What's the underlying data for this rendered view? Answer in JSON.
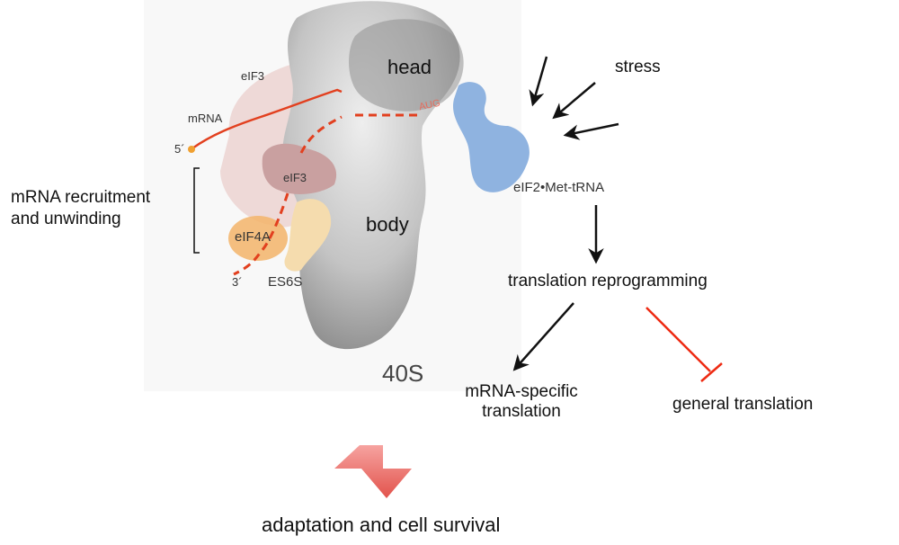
{
  "structure": {
    "name": "40S",
    "regions": {
      "head": "head",
      "body": "body"
    },
    "factors": {
      "eif3_top": "eIF3",
      "eif3_inner": "eIF3",
      "eif4a": "eIF4A",
      "es6s": "ES6S",
      "eif2": "eIF2•Met-tRNA"
    },
    "mrna": {
      "label": "mRNA",
      "five_prime": "5´",
      "three_prime": "3´",
      "start_codon": "AUG"
    }
  },
  "left_label": {
    "line1": "mRNA recruitment",
    "line2": "and unwinding"
  },
  "pathway": {
    "stress": "stress",
    "reprogramming": "translation reprogramming",
    "specific_line1": "mRNA-specific",
    "specific_line2": "translation",
    "general": "general translation",
    "outcome": "adaptation and cell survival"
  },
  "colors": {
    "ribosome": "#c8c8c8",
    "eif3_light": "#ecd3d1",
    "eif3_dark": "#c9a0a0",
    "eif4a": "#f3b46a",
    "es6s": "#f5dcae",
    "eif2": "#8fb3e0",
    "mrna": "#e2401f",
    "inhibit": "#ee2a12",
    "outcome_arrow": "#e8605a"
  }
}
